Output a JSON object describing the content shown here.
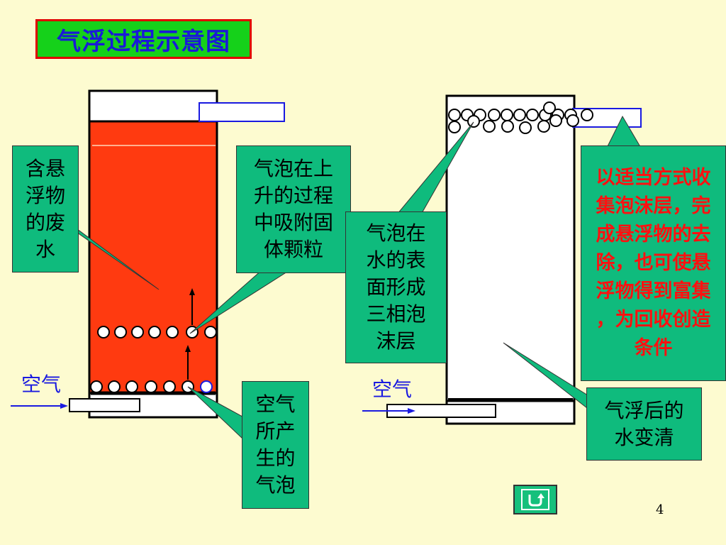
{
  "title": "气浮过程示意图",
  "labels": {
    "suspended_wastewater": "含悬\n浮物\n的废\n水",
    "bubble_adsorb": "气泡在上\n升的过程\n中吸附固\n体颗粒",
    "froth_layer": "气泡在\n水的表\n面形成\n三相泡\n沫层",
    "collect_froth": "以适当方式收\n集泡沫层，完\n成悬浮物的去\n除，也可使悬\n浮物得到富集\n，为回收创造\n条件",
    "air_bubbles": "空气\n所产\n生的\n气泡",
    "clear_water": "气浮后的\n水变清",
    "air_left": "空气",
    "air_right": "空气"
  },
  "page_number": "4",
  "colors": {
    "background": "#fdfbd0",
    "title_bg": "#15d11a",
    "title_border": "#e00000",
    "title_text": "#1a1ad8",
    "wastewater": "#ff3a10",
    "callout_bg": "#0fbb7d",
    "air_text": "#1a1ae0",
    "emphasis_text": "#ff1010"
  },
  "icons": {
    "return_button": "return-arrow-icon"
  }
}
